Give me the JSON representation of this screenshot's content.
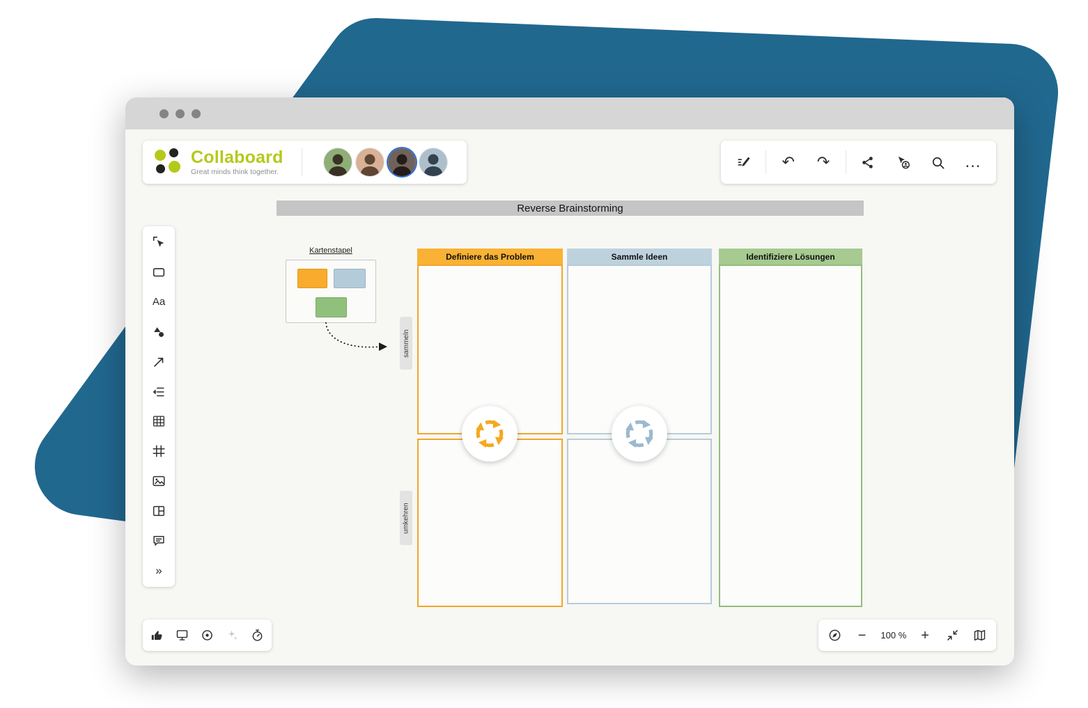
{
  "colors": {
    "background_accent": "#21688f",
    "brand_green": "#b5c91b",
    "column_orange_header": "#f9b233",
    "column_blue_header": "#bed2de",
    "column_green_header": "#a6ca90",
    "column_orange_border": "#f2a52c",
    "column_blue_border": "#b7ccd9",
    "column_green_border": "#93bd7a",
    "cycle_orange": "#f6a81e",
    "cycle_blue": "#9cb9cd",
    "stack_card_colors": [
      "#f8ab2d",
      "#b4cbd9",
      "#90c17c"
    ],
    "active_avatar_ring": "#2f6fd6"
  },
  "window": {
    "controls": [
      "window-dot-1",
      "window-dot-2",
      "window-dot-3"
    ]
  },
  "brand": {
    "name": "Collaboard",
    "tagline": "Great minds think together."
  },
  "collaborators": {
    "count": 4,
    "avatars": [
      "collaborator-1",
      "collaborator-2",
      "collaborator-3",
      "collaborator-4"
    ]
  },
  "top_toolbar": {
    "icons": [
      "draw-pen-icon",
      "undo-icon",
      "redo-icon",
      "share-icon",
      "follow-user-icon",
      "search-icon",
      "more-icon"
    ],
    "undo_glyph": "↶",
    "redo_glyph": "↷",
    "more_glyph": "…"
  },
  "board": {
    "title": "Reverse Brainstorming",
    "card_stack": {
      "label": "Kartenstapel",
      "cards": [
        "orange-card",
        "blue-card",
        "green-card"
      ]
    },
    "row_labels": {
      "top": "sammeln",
      "bottom": "umkehren"
    },
    "columns": [
      {
        "title": "Definiere das Problem",
        "sections": 2
      },
      {
        "title": "Sammle Ideen",
        "sections": 2
      },
      {
        "title": "Identifiziere Lösungen",
        "sections": 1
      }
    ]
  },
  "left_toolbar": {
    "items": [
      "select-tool",
      "note-tool",
      "text-tool",
      "shapes-tool",
      "arrow-tool",
      "outline-tool",
      "table-tool",
      "frame-tool",
      "image-tool",
      "layout-tool",
      "comment-tool",
      "collapse-toolbar"
    ],
    "text_tool_glyph": "Aa",
    "collapse_glyph": "»"
  },
  "bottom_left_toolbar": {
    "items": [
      "reactions-tool",
      "present-tool",
      "focus-tool",
      "magic-tool",
      "timer-tool"
    ]
  },
  "zoom_controls": {
    "items": [
      "compass",
      "zoom-out",
      "zoom-level",
      "zoom-in",
      "fit-screen",
      "minimap"
    ],
    "minus_glyph": "−",
    "zoom_level": "100 %",
    "plus_glyph": "+"
  }
}
